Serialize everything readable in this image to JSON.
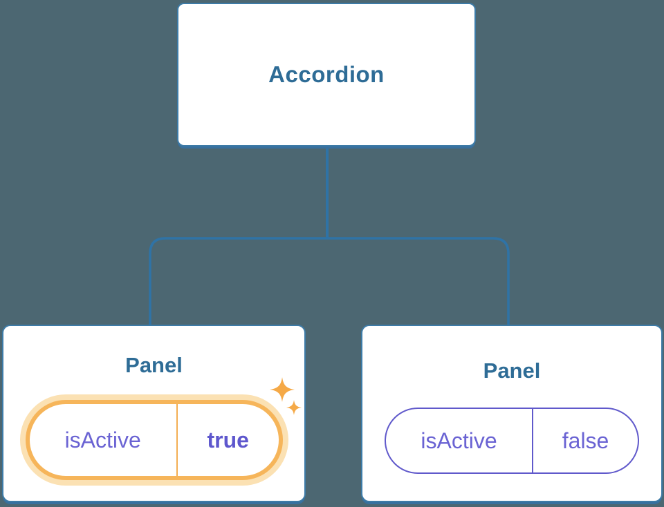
{
  "diagram": {
    "root": {
      "label": "Accordion"
    },
    "panels": [
      {
        "label": "Panel",
        "prop": "isActive",
        "value": "true",
        "highlighted": true
      },
      {
        "label": "Panel",
        "prop": "isActive",
        "value": "false",
        "highlighted": false
      }
    ]
  },
  "icons": {
    "sparkles": "sparkles-icon"
  },
  "colors": {
    "background": "#4c6772",
    "connector_line": "#2f73a6",
    "node_border": "#3d7ba7",
    "node_shadow": "#38709e",
    "node_title_text": "#2e6c96",
    "state_text": "#6a63d3",
    "state_value_active_text": "#5e57cd",
    "state_border_inactive": "#6059cb",
    "highlight_border": "#f6b55a",
    "highlight_glow": "#fbe1b3",
    "highlight_divider": "#f3ae52",
    "sparkle": "#f5a947"
  }
}
